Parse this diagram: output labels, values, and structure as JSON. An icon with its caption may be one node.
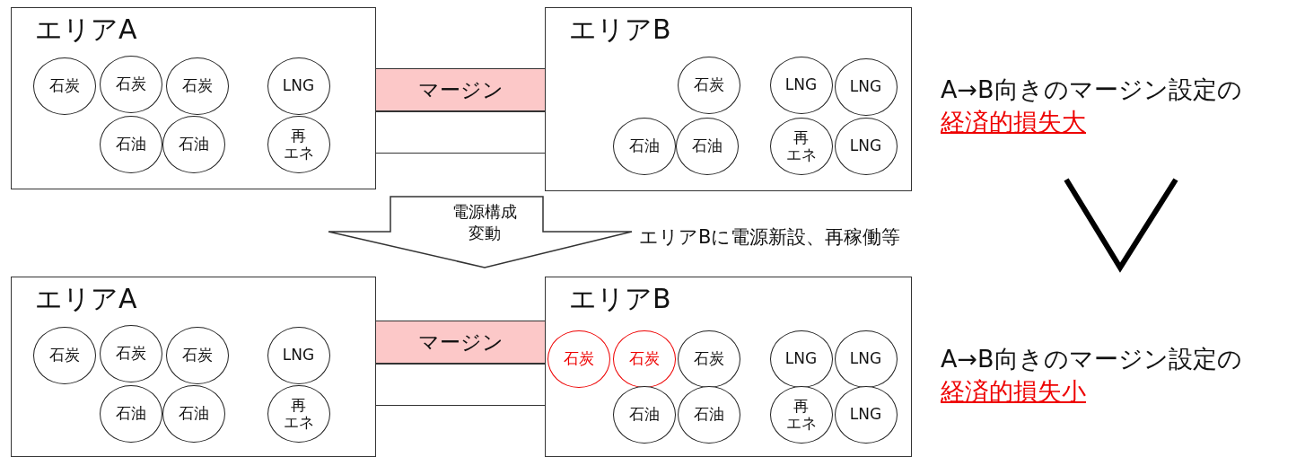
{
  "diagram": {
    "nodes": [
      {
        "text": [
          "エリアA"
        ]
      },
      {
        "text": [
          "石炭"
        ],
        "in": 0
      },
      {
        "text": [
          "石炭"
        ],
        "in": 0
      },
      {
        "text": [
          "石炭"
        ],
        "in": 0
      },
      {
        "text": [
          "LNG"
        ],
        "in": 0
      },
      {
        "text": [
          "石油"
        ],
        "in": 0
      },
      {
        "text": [
          "石油"
        ],
        "in": 0
      },
      {
        "text": [
          "再エネ"
        ],
        "in": 0
      },
      {
        "text": [
          "マージン"
        ]
      },
      {
        "text": [],
        "shape": "box"
      },
      {
        "text": [
          "エリアB"
        ]
      },
      {
        "text": [
          "石炭"
        ],
        "in": 10
      },
      {
        "text": [
          "LNG"
        ],
        "in": 10
      },
      {
        "text": [
          "LNG"
        ],
        "in": 10
      },
      {
        "text": [
          "石油"
        ],
        "in": 10
      },
      {
        "text": [
          "石油"
        ],
        "in": 10
      },
      {
        "text": [
          "再エネ"
        ],
        "in": 10
      },
      {
        "text": [
          "LNG"
        ],
        "in": 10
      },
      {
        "text": [
          "電源構成変動"
        ]
      },
      {
        "text": [
          "エリアA"
        ]
      },
      {
        "text": [
          "石炭"
        ],
        "in": 19
      },
      {
        "text": [
          "石炭"
        ],
        "in": 19
      },
      {
        "text": [
          "石炭"
        ],
        "in": 19
      },
      {
        "text": [
          "LNG"
        ],
        "in": 19
      },
      {
        "text": [
          "石油"
        ],
        "in": 19
      },
      {
        "text": [
          "石油"
        ],
        "in": 19
      },
      {
        "text": [
          "再エネ"
        ],
        "in": 19
      },
      {
        "text": [
          "マージン"
        ]
      },
      {
        "text": [],
        "shape": "box"
      },
      {
        "text": [
          "エリアB"
        ]
      },
      {
        "text": [
          "石炭"
        ],
        "in": 29
      },
      {
        "text": [
          "石炭"
        ],
        "in": 29
      },
      {
        "text": [
          "石炭"
        ],
        "in": 29
      },
      {
        "text": [
          "LNG"
        ],
        "in": 29
      },
      {
        "text": [
          "LNG"
        ],
        "in": 29
      },
      {
        "text": [
          "石油"
        ],
        "in": 29
      },
      {
        "text": [
          "石油"
        ],
        "in": 29
      },
      {
        "text": [
          "再エネ"
        ],
        "in": 29
      },
      {
        "text": [
          "LNG"
        ],
        "in": 29
      }
    ],
    "labels": [
      "A→B向きのマージン設定の",
      "経済的損失大",
      "エリアBに電源新設、再稼働等",
      "A→B向きのマージン設定の",
      "経済的損失小"
    ]
  }
}
